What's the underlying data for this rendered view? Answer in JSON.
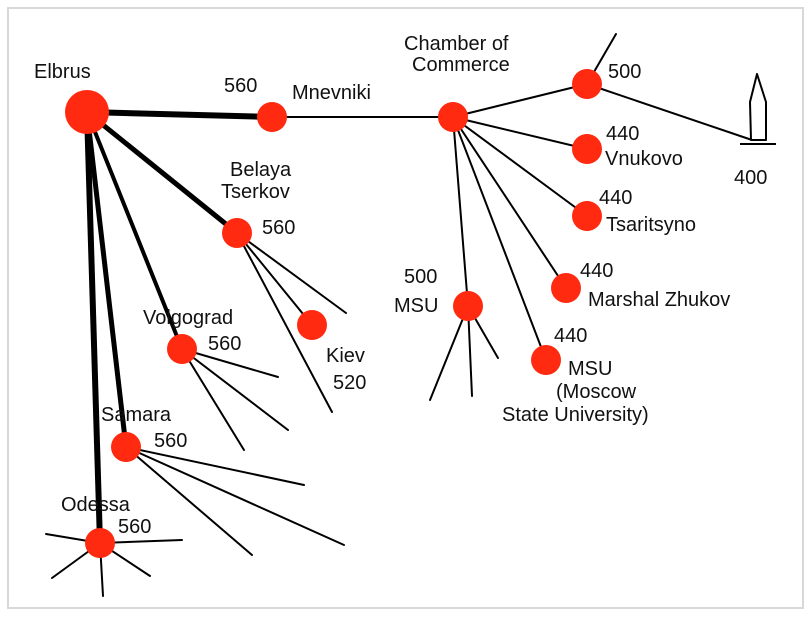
{
  "colors": {
    "node_fill": "#ff2a10",
    "line": "#000000",
    "background": "#ffffff",
    "frame": "#d8d8d8"
  },
  "nodes": {
    "elbrus": {
      "label": "Elbrus",
      "value": ""
    },
    "mnevniki": {
      "label": "Mnevniki",
      "value": "560"
    },
    "chamber": {
      "label": [
        "Chamber of",
        "Commerce"
      ],
      "value": ""
    },
    "node500": {
      "label": "",
      "value": "500"
    },
    "vnukovo": {
      "label": "Vnukovo",
      "value": "440"
    },
    "tsaritsyno": {
      "label": "Tsaritsyno",
      "value": "440"
    },
    "zhukov": {
      "label": "Marshal Zhukov",
      "value": "440"
    },
    "msu_state": {
      "label": [
        "MSU",
        "(Moscow",
        "State University)"
      ],
      "value": "440"
    },
    "msu": {
      "label": "MSU",
      "value": "500"
    },
    "belaya": {
      "label": [
        "Belaya",
        "Tserkov"
      ],
      "value": "560"
    },
    "kiev": {
      "label": "Kiev",
      "value": "520"
    },
    "volgograd": {
      "label": "Volgograd",
      "value": "560"
    },
    "samara": {
      "label": "Samara",
      "value": "560"
    },
    "odessa": {
      "label": "Odessa",
      "value": "560"
    }
  },
  "terminal": {
    "label": "400",
    "icon": "tower-icon"
  }
}
